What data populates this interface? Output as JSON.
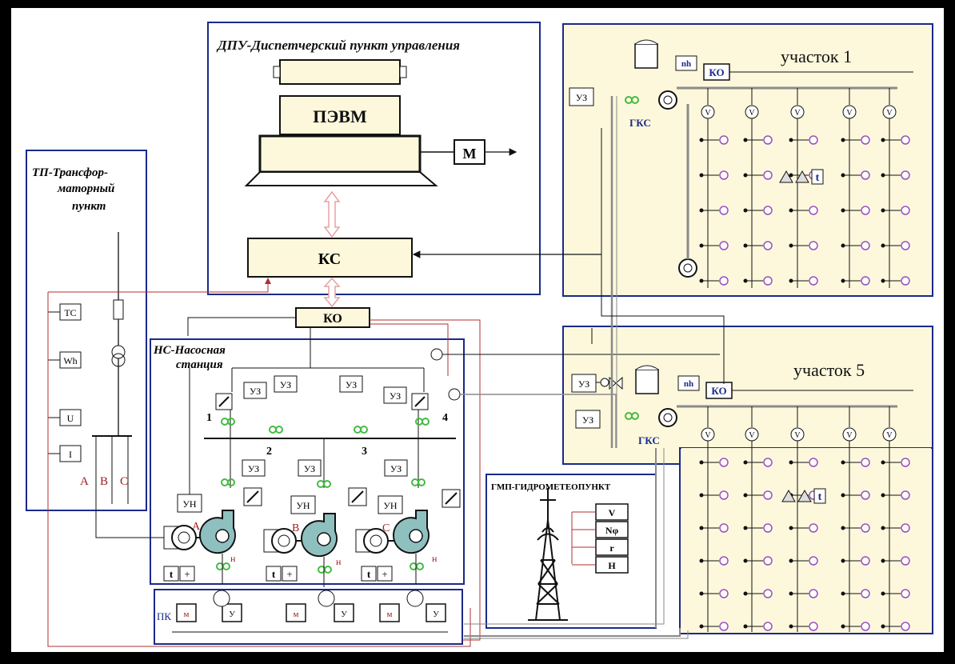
{
  "colors": {
    "background": "#ffffff",
    "frame": "#000000",
    "panel_fill": "#fdf8dc",
    "panel_border": "#1a2a8a",
    "line": "#111111",
    "signal_red": "#b03030",
    "pipe_gray": "#8a8a8a",
    "valve_green": "#44bb44",
    "sprinkler_purple": "#9a4fc0",
    "pump_teal": "#8fc0c0",
    "arrow_pink": "#e8b0b0",
    "text_blue": "#1a2a8a",
    "text_red": "#a02020"
  },
  "dpu": {
    "title": "ДПУ-Диспетчерский пункт управления",
    "pc_label": "ПЭВМ",
    "modem_label": "М",
    "ks_label": "КС"
  },
  "tp": {
    "title": [
      "ТП-Трансфор-",
      "маторный",
      "пункт"
    ],
    "meters": [
      "TC",
      "Wh",
      "U",
      "I"
    ],
    "phases": [
      "A",
      "B",
      "C"
    ]
  },
  "ns": {
    "title": [
      "НС-Насосная",
      "станция"
    ],
    "ko_label": "КО",
    "uz_label": "УЗ",
    "un_label": "УН",
    "valve_numbers": [
      "1",
      "2",
      "3",
      "4"
    ],
    "pump_letters": [
      "A",
      "B",
      "C"
    ],
    "pump_mark": "н",
    "t_label": "t",
    "plus_label": "+"
  },
  "pk": {
    "label": "ПК",
    "items": [
      "м",
      "У",
      "м",
      "У",
      "м",
      "У"
    ]
  },
  "gmp": {
    "title": "ГМП-ГИДРОМЕТЕОПУНКТ",
    "sensors": [
      "V",
      "Nφ",
      "r",
      "H"
    ]
  },
  "site1": {
    "title": "участок 1",
    "uz_label": "УЗ",
    "nh_label": "nh",
    "ko_label": "КО",
    "gks_label": "ГКС",
    "valve_label": "V",
    "t_label": "t"
  },
  "site5": {
    "title": "участок 5",
    "uz_label": "УЗ",
    "nh_label": "nh",
    "ko_label": "КО",
    "gks_label": "ГКС",
    "valve_label": "V",
    "t_label": "t"
  }
}
